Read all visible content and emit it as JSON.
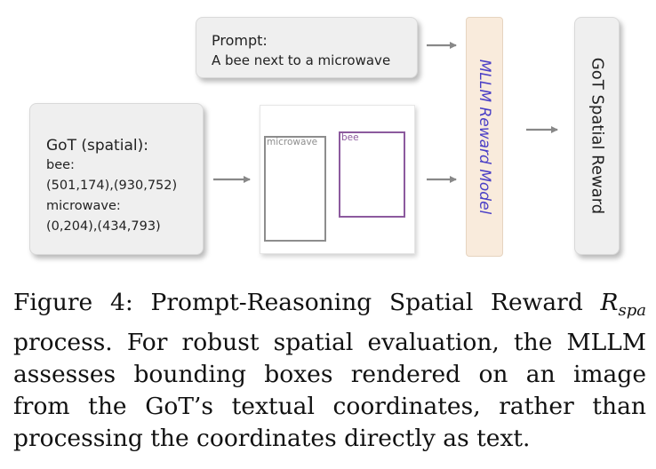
{
  "prompt": {
    "label": "Prompt:",
    "text": "A bee next to a microwave"
  },
  "got": {
    "title": "GoT (spatial):",
    "lines": [
      "bee:",
      "(501,174),(930,752)",
      "microwave:",
      "(0,204),(434,793)"
    ]
  },
  "rendered_image": {
    "boxes": [
      {
        "label": "microwave",
        "color": "#8d8d8d"
      },
      {
        "label": "bee",
        "color": "#8c5a9e"
      }
    ]
  },
  "mllm": {
    "label": "MLLM Reward Model",
    "color": "#4a3fc6",
    "background": "#f9ebdc"
  },
  "reward": {
    "label": "GoT Spatial Reward"
  },
  "caption": {
    "line1_pre": "Figure 4: Prompt-Reasoning Spatial Reward ",
    "math_R": "R",
    "math_sub": "spa",
    "line2": "process. For robust spatial evaluation, the MLLM",
    "line3": "assesses bounding boxes rendered on an image",
    "line4": "from the GoT’s textual coordinates, rather than",
    "line5": "processing the coordinates directly as text."
  }
}
